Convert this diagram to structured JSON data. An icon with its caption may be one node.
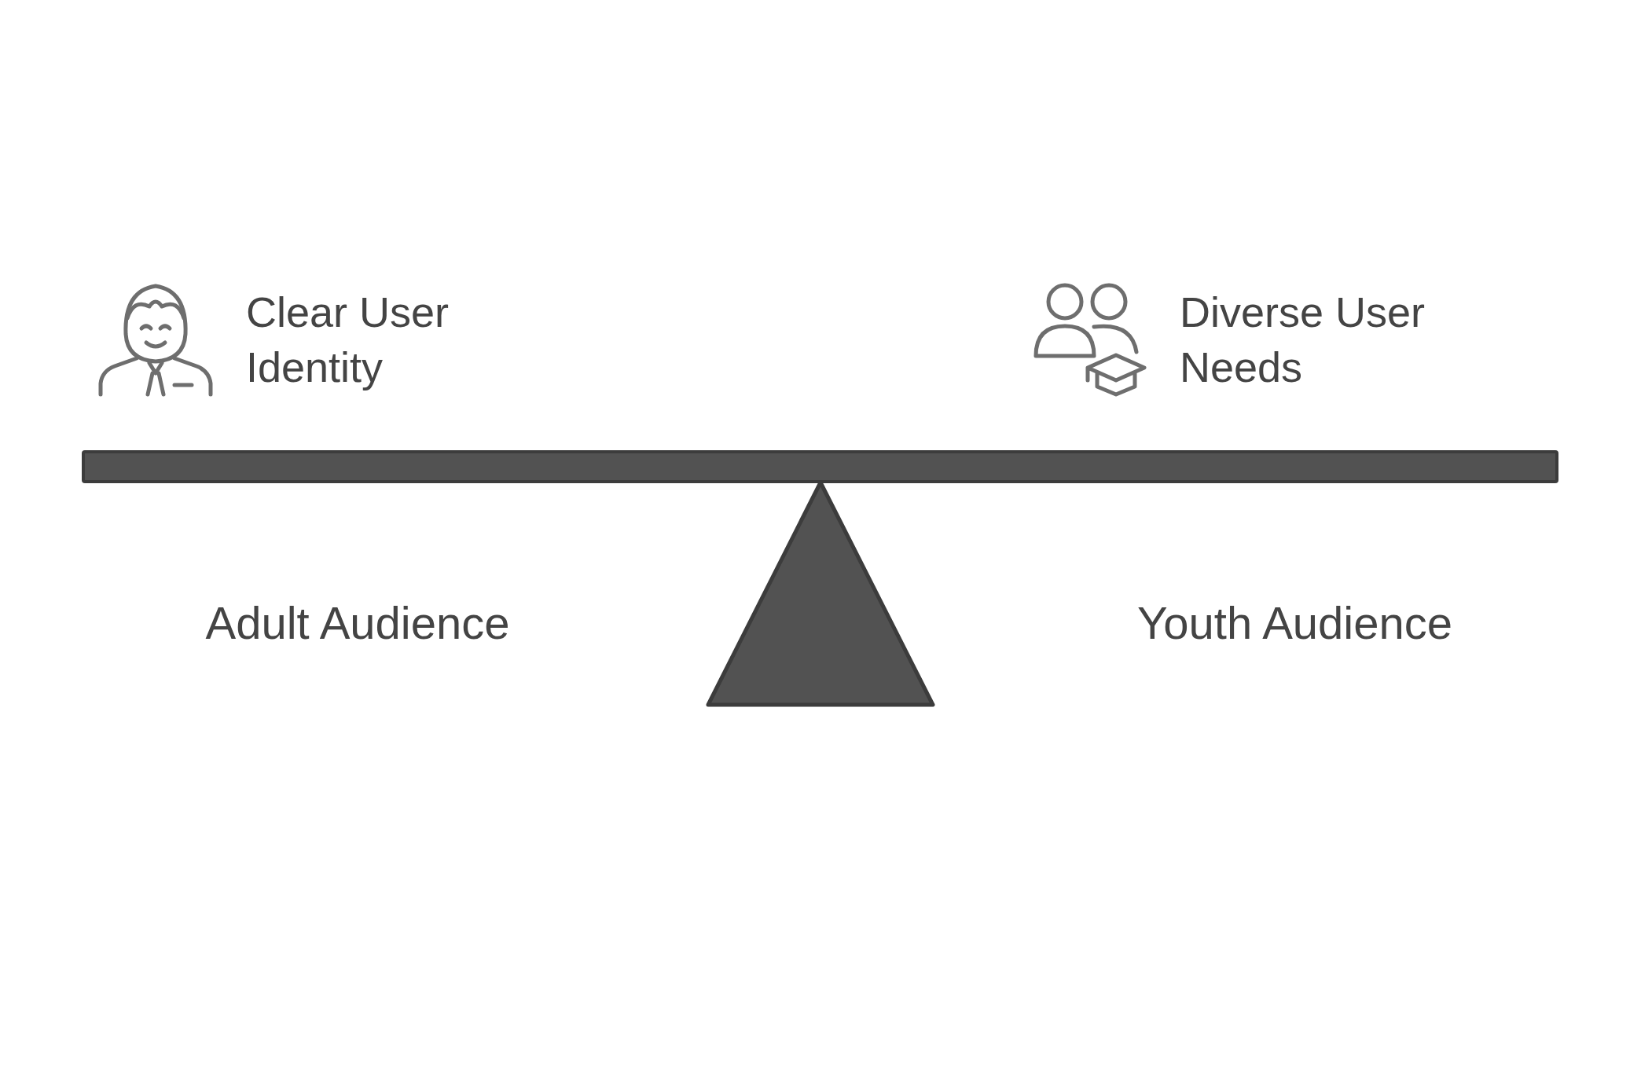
{
  "diagram": {
    "labels": [
      "Clear User Identity",
      "Diverse User Needs",
      "Adult Audience",
      "Youth Audience"
    ]
  }
}
